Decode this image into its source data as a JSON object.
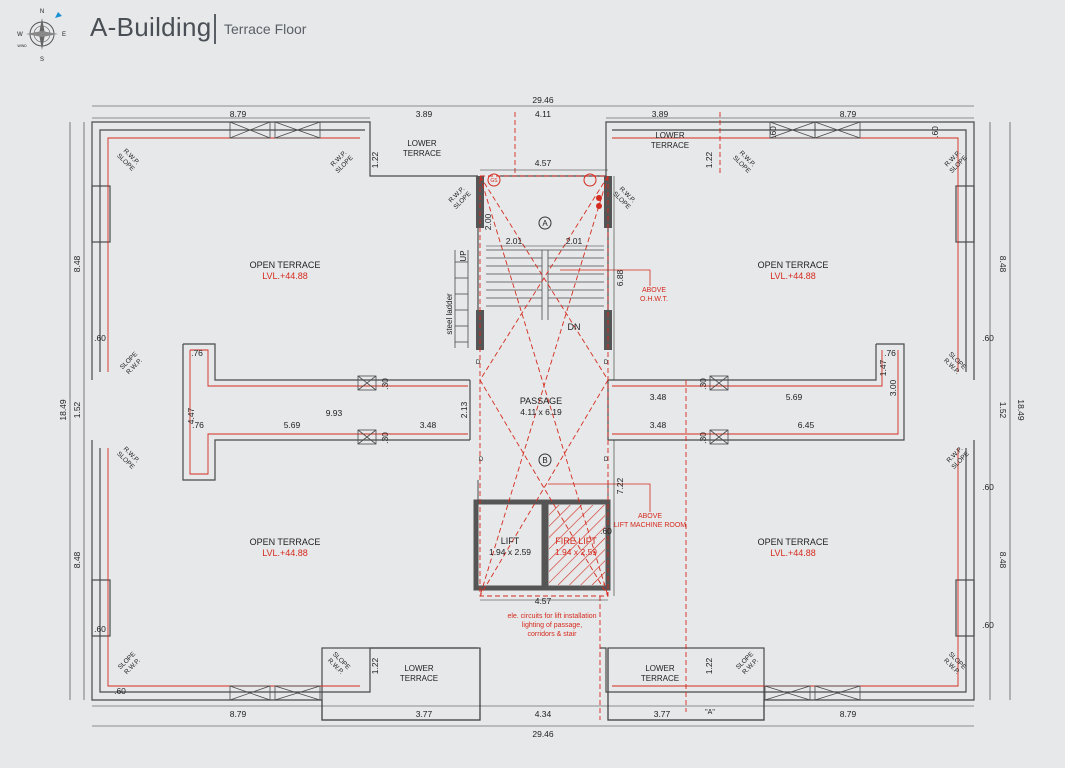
{
  "header": {
    "title": "A-Building",
    "subtitle": "Terrace Floor"
  },
  "compass": {
    "n": "N",
    "s": "S",
    "e": "E",
    "w": "W",
    "wind": "WIND"
  },
  "colors": {
    "wall": "#4a4a4a",
    "red": "#d62b1f",
    "bg": "#e6e8e9",
    "core": "#555555"
  },
  "dims": {
    "top_total": "29.46",
    "top_core": "4.11",
    "top_left": "8.79",
    "top_mid_left": "3.89",
    "top_mid_right": "3.89",
    "top_right": "8.79",
    "core_width": "4.57",
    "bottom_total": "29.46",
    "bottom_core": "4.34",
    "bottom_left": "8.79",
    "bottom_mid_left": "3.77",
    "bottom_mid_right": "3.77",
    "bottom_right": "8.79",
    "bottom_core_width": "4.57",
    "left_upper": "8.48",
    "left_lower": "8.48",
    "left_total": "18.49",
    "left_mid": "1.52",
    "right_upper": "8.48",
    "right_lower": "8.48",
    "right_total": "18.49",
    "right_mid": "1.52",
    "stair_a": "2.01",
    "stair_b": "2.01",
    "stair_h": "2.00",
    "core_h": "6.88",
    "core_mid": "2.13",
    "core_low": "7.22",
    "lt_122": "1.22",
    "rt_122": "1.22",
    "lb_122": "1.22",
    "rb_122": "1.22",
    "l_993": "9.93",
    "l_569": "5.69",
    "l_348": "3.48",
    "l_447": "4.47",
    "l_76a": ".76",
    "l_76b": ".76",
    "r_348a": "3.48",
    "r_569": "5.69",
    "r_348b": "3.48",
    "r_645": "6.45",
    "r_147": "1.47",
    "r_300": "3.00",
    "r_76": ".76",
    "p60_lu": ".60",
    "p60_rt1": ".60",
    "p60_rt2": ".60",
    "p60_ru": ".60",
    "p60_rl1": ".60",
    "p60_rl2": ".60",
    "p60_ll": ".60",
    "p60_bl": ".60",
    "p60_br": ".60",
    "c30_a": ".30",
    "c30_b": ".30",
    "c30_c": ".30",
    "c30_d": ".30"
  },
  "rooms": {
    "open_terrace": "OPEN TERRACE",
    "level": "LVL.+44.88",
    "lower_terrace_1": "LOWER",
    "lower_terrace_2": "TERRACE",
    "passage": "PASSAGE",
    "passage_size": "4.11 x 6.19",
    "lift": "LIFT",
    "lift_size": "1.94 x 2.59",
    "fire_lift": "FIRE LIFT",
    "fire_lift_size": "1.94 x 2.59",
    "steel_ladder": "steel ladder",
    "up": "UP",
    "dn": "DN",
    "above_ohwt_1": "ABOVE",
    "above_ohwt_2": "O.H.W.T.",
    "above_lmr_1": "ABOVE",
    "above_lmr_2": "LIFT MACHINE ROOM",
    "circuit_1": "ele. circuits for lift installation",
    "circuit_2": "lighting of passage,",
    "circuit_3": "corridors & stair",
    "rwp": "R.W.P.",
    "slope": "SLOPE",
    "marker_a": "A",
    "marker_b": "B",
    "section_a": "\"A\"",
    "gs": "GS",
    "d": "D"
  }
}
